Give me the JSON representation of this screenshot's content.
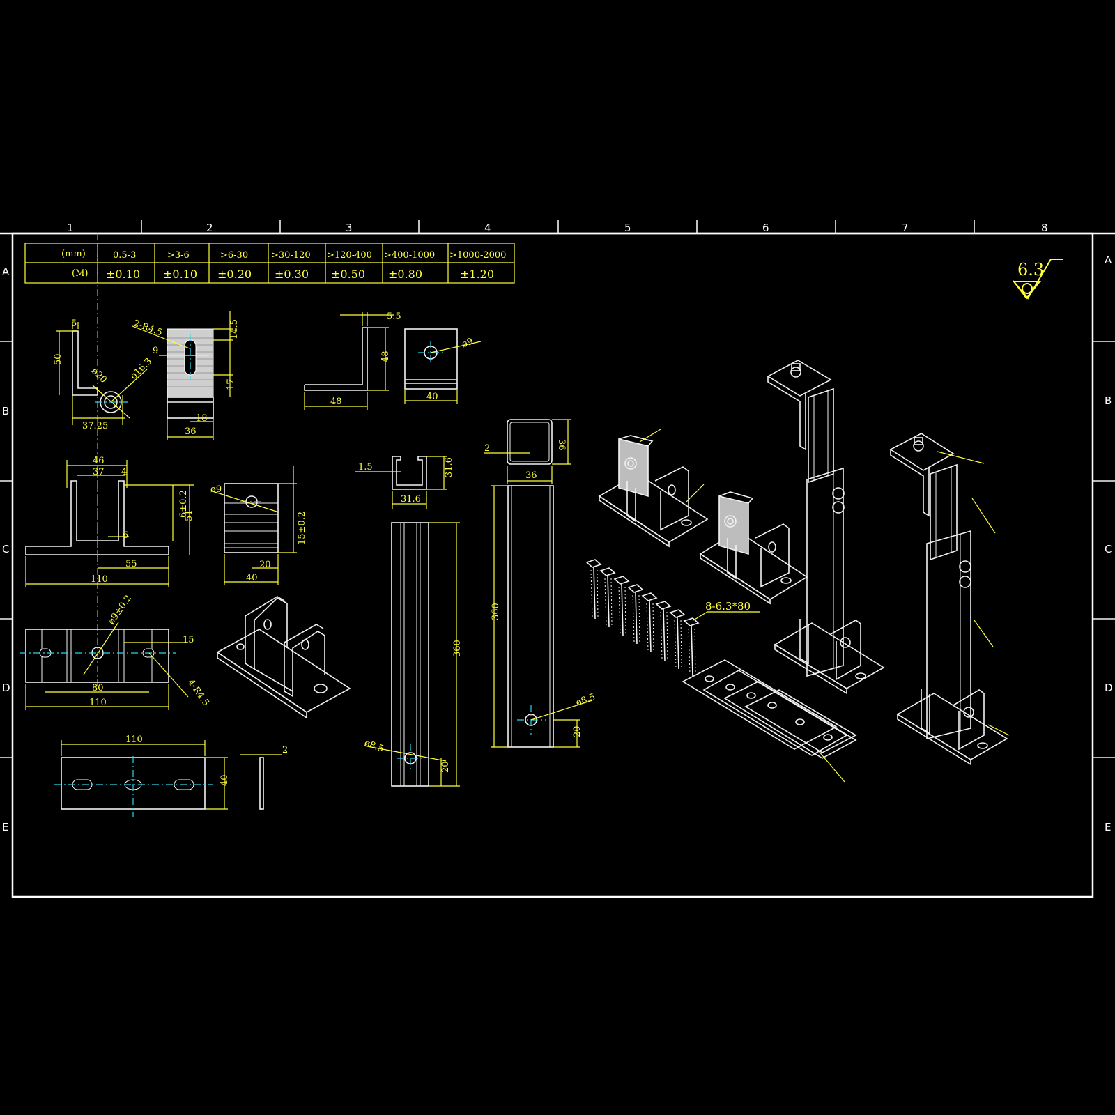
{
  "frame": {
    "columns": [
      "1",
      "2",
      "3",
      "4",
      "5",
      "6",
      "7",
      "8"
    ],
    "rows": [
      "A",
      "B",
      "C",
      "D",
      "E"
    ]
  },
  "tolerance_table": {
    "header_label": "(mm)",
    "row_label": "(M)",
    "ranges": [
      "0.5-3",
      ">3-6",
      ">6-30",
      ">30-120",
      ">120-400",
      ">400-1000",
      ">1000-2000"
    ],
    "tolerances": [
      "±0.10",
      "±0.10",
      "±0.20",
      "±0.30",
      "±0.50",
      "±0.80",
      "±1.20"
    ]
  },
  "surface_finish": "6.3",
  "dimensions": {
    "angle_bracket_side": [
      "5",
      "50",
      "37.25",
      "ø20",
      "ø16.3"
    ],
    "angle_bracket_face": [
      "2-R4.5",
      "9",
      "14.5",
      "17",
      "18",
      "36"
    ],
    "l_bracket": [
      "5.5",
      "48",
      "48"
    ],
    "l_bracket_face": [
      "ø9",
      "40"
    ],
    "base_front": [
      "46",
      "37",
      "4",
      "6±0.2",
      "51",
      "6",
      "55",
      "110"
    ],
    "base_top": [
      "ø9",
      "15±0.2",
      "20",
      "40"
    ],
    "base_plan": [
      "ø9±0.2",
      "15",
      "80",
      "110",
      "4-R4.5"
    ],
    "plate": [
      "110",
      "40",
      "2"
    ],
    "channel_section": [
      "1.5",
      "31.6",
      "31.6"
    ],
    "channel_length": [
      "ø8.5",
      "360",
      "20"
    ],
    "tube_section": [
      "2",
      "36",
      "36"
    ],
    "tube_length": [
      "360",
      "ø8.5",
      "20"
    ],
    "screws": "8-6.3*80"
  }
}
